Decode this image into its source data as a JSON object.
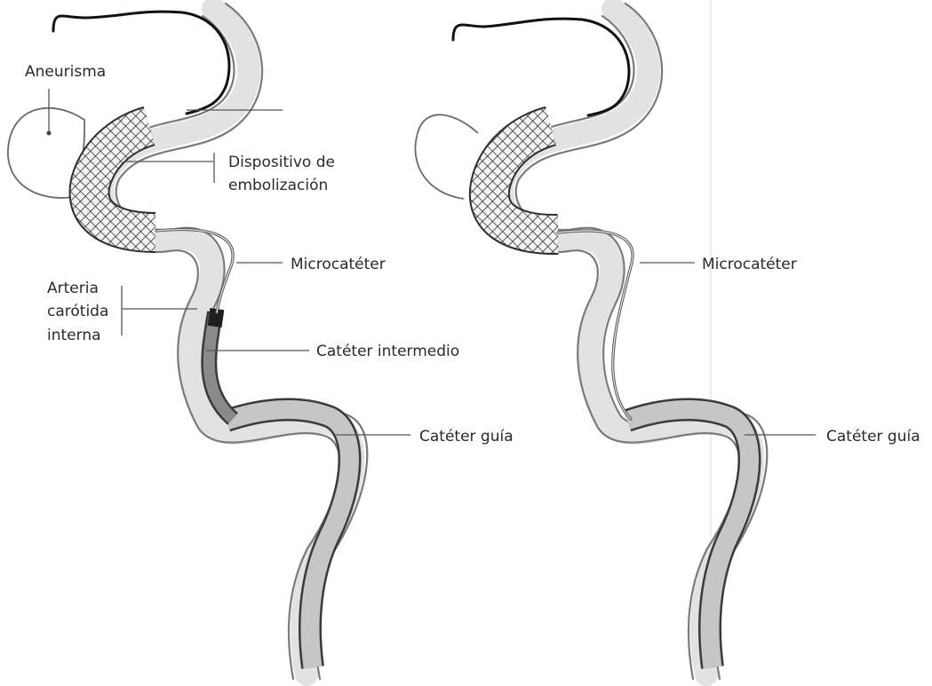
{
  "labels": {
    "aneurisma": "Aneurisma",
    "dispositivo_line1": "Dispositivo de",
    "dispositivo_line2": "embolización",
    "microcateter_left": "Microcatéter",
    "arteria_line1": "Arteria",
    "arteria_line2": "carótida",
    "arteria_line3": "interna",
    "cateter_intermedio": "Catéter intermedio",
    "cateter_guia_left": "Catéter guía",
    "microcateter_right": "Microcatéter",
    "cateter_guia_right": "Catéter guía"
  },
  "colors": {
    "vessel_wall": "#7a7a7a",
    "guide_catheter": "#c6c6c6",
    "intermediate_catheter": "#8a8a8a",
    "mesh": "#2e2e2e"
  }
}
